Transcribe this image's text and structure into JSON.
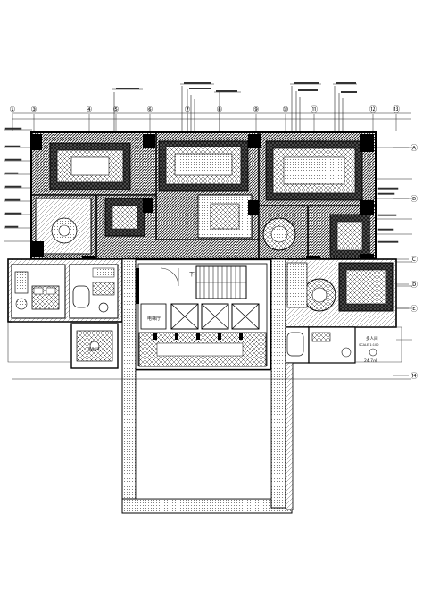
{
  "grid_top": [
    "①",
    "③",
    "④",
    "⑤",
    "⑥",
    "⑦",
    "⑧",
    "⑨",
    "⑩",
    "⑪",
    "⑫",
    "⑬"
  ],
  "grid_right": [
    "Ⓐ",
    "Ⓑ",
    "Ⓒ",
    "Ⓓ",
    "Ⓔ"
  ],
  "grid_bottom": [
    "⑭"
  ],
  "room_labels": {
    "stair_mark": "下",
    "lift_lobby": "电梯厅",
    "room_right_title": "多人间",
    "room_right_scale": "SCALE 1:100",
    "room_right_area": "24.7㎡",
    "room_left_title": "卫生间",
    "room_left_note": "双人床"
  },
  "colors": {
    "line": "#111111",
    "hatch": "#2b2b2b",
    "paper": "#ffffff",
    "pillar": "#000000"
  },
  "icons": [
    "elevator-icon",
    "stair-icon",
    "bed-icon",
    "sofa-icon",
    "round-table-icon"
  ]
}
